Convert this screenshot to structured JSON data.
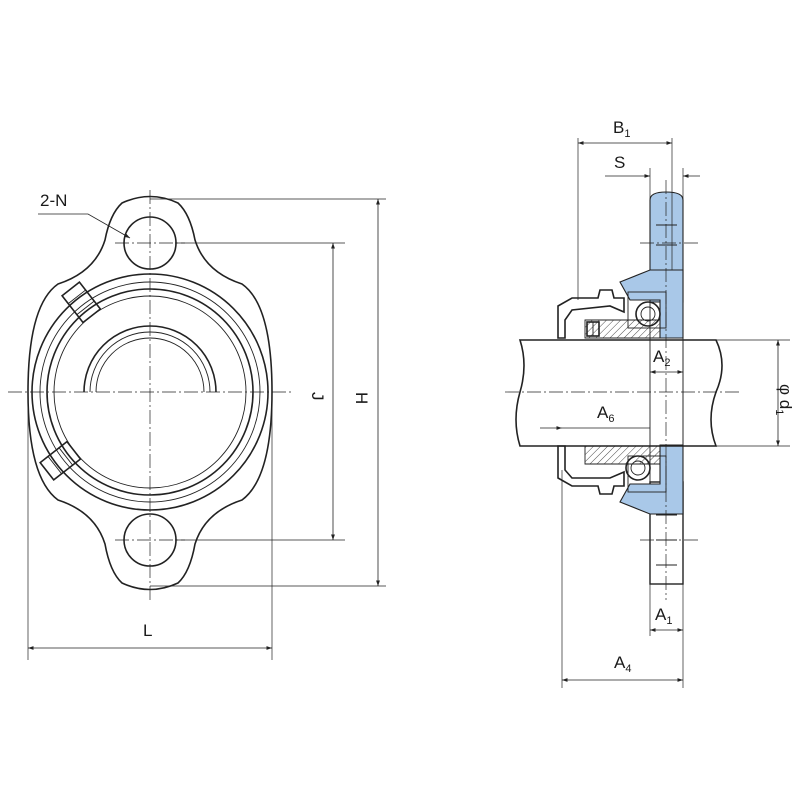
{
  "labels": {
    "holes": "2-N",
    "length": "L",
    "bolt_spacing": "J",
    "height": "H",
    "b1_main": "B",
    "b1_sub": "1",
    "s": "S",
    "a2_main": "A",
    "a2_sub": "2",
    "d1_main": "φ d",
    "d1_sub": "1",
    "a6_main": "A",
    "a6_sub": "6",
    "a1_main": "A",
    "a1_sub": "1",
    "a4_main": "A",
    "a4_sub": "4"
  },
  "colors": {
    "housing_highlight": "#a9c8e8",
    "line": "#222222"
  }
}
